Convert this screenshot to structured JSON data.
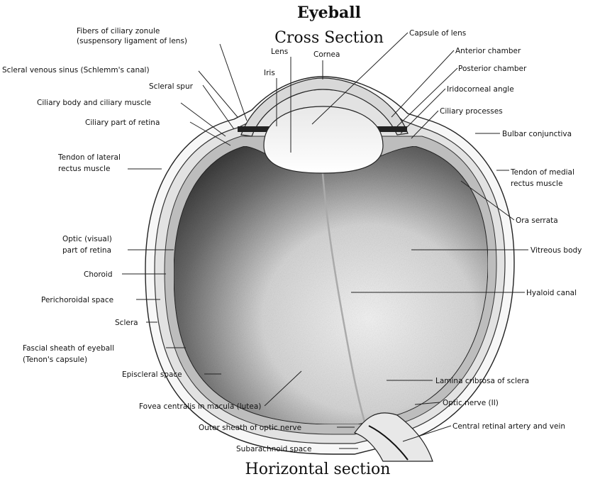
{
  "title": "Eyeball",
  "subtitle": "Cross Section",
  "footer": "Horizontal section",
  "colors": {
    "ink": "#111111",
    "vitreous_dark": "#4a4a4a",
    "vitreous_light": "#f2f2f2"
  },
  "labels": {
    "fibers_line1": "Fibers of ciliary zonule",
    "fibers_line2": "(suspensory ligament of lens)",
    "capsule_of_lens": "Capsule of lens",
    "lens": "Lens",
    "cornea": "Cornea",
    "anterior_chamber": "Anterior chamber",
    "scleral_venous_sinus": "Scleral venous sinus (Schlemm's canal)",
    "iris": "Iris",
    "posterior_chamber": "Posterior chamber",
    "scleral_spur": "Scleral spur",
    "iridocorneal_angle": "Iridocorneal angle",
    "ciliary_body": "Ciliary body and ciliary muscle",
    "ciliary_processes": "Ciliary processes",
    "ciliary_part_retina": "Ciliary part of retina",
    "bulbar_conjunctiva": "Bulbar conjunctiva",
    "tendon_lateral_line1": "Tendon of lateral",
    "tendon_lateral_line2": "rectus muscle",
    "tendon_medial_line1": "Tendon of medial",
    "tendon_medial_line2": "rectus muscle",
    "ora_serrata": "Ora serrata",
    "optic_retina_line1": "Optic (visual)",
    "optic_retina_line2": "part of retina",
    "vitreous_body": "Vitreous body",
    "choroid": "Choroid",
    "perichoroidal_space": "Perichoroidal space",
    "hyaloid_canal": "Hyaloid canal",
    "sclera": "Sclera",
    "fascial_sheath_line1": "Fascial sheath of eyeball",
    "fascial_sheath_line2": "(Tenon's capsule)",
    "episcleral_space": "Episcleral space",
    "lamina_cribrosa": "Lamina cribrosa of sclera",
    "fovea_centralis": "Fovea centralis in macula (lutea)",
    "optic_nerve": "Optic nerve (II)",
    "outer_sheath": "Outer sheath of optic nerve",
    "central_retinal": "Central retinal artery and vein",
    "subarachnoid_space": "Subarachnoid space"
  }
}
